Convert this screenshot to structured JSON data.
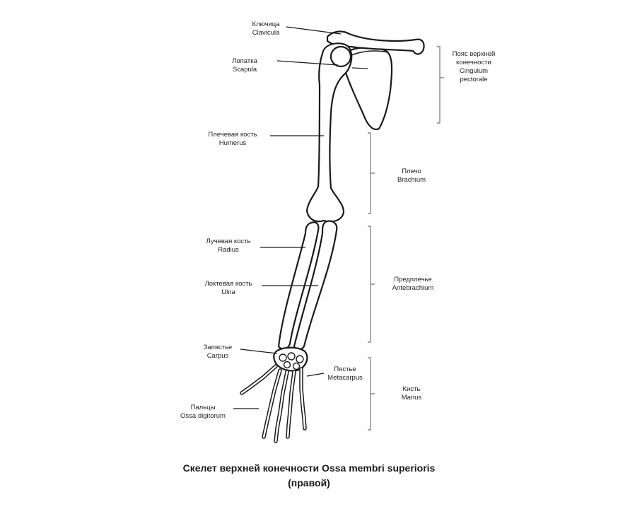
{
  "labels": {
    "clavicle": {
      "ru": "Ключица",
      "la": "Clavicula"
    },
    "scapula": {
      "ru": "Лопатка",
      "la": "Scapula"
    },
    "humerus": {
      "ru": "Плечевая кость",
      "la": "Humerus"
    },
    "radius": {
      "ru": "Лучевая кость",
      "la": "Radius"
    },
    "ulna": {
      "ru": "Локтевая кость",
      "la": "Ulna"
    },
    "carpus": {
      "ru": "Запястье",
      "la": "Carpus"
    },
    "metacarpus": {
      "ru": "Пястье",
      "la": "Metacarpus"
    },
    "digits": {
      "ru": "Пальцы",
      "la": "Ossa digitorum"
    }
  },
  "regions": {
    "shoulder_girdle": {
      "line1": "Пояс верхней",
      "line2": "конечности",
      "line3": "Cingulum",
      "line4": "pectorale"
    },
    "upper_arm": {
      "ru": "Плечо",
      "la": "Brachium"
    },
    "forearm": {
      "ru": "Предплечье",
      "la": "Antebrachium"
    },
    "hand": {
      "ru": "Кисть",
      "la": "Manus"
    }
  },
  "title": {
    "line1": "Скелет верхней конечности  Ossa membri superioris",
    "line2": "(правой)"
  }
}
